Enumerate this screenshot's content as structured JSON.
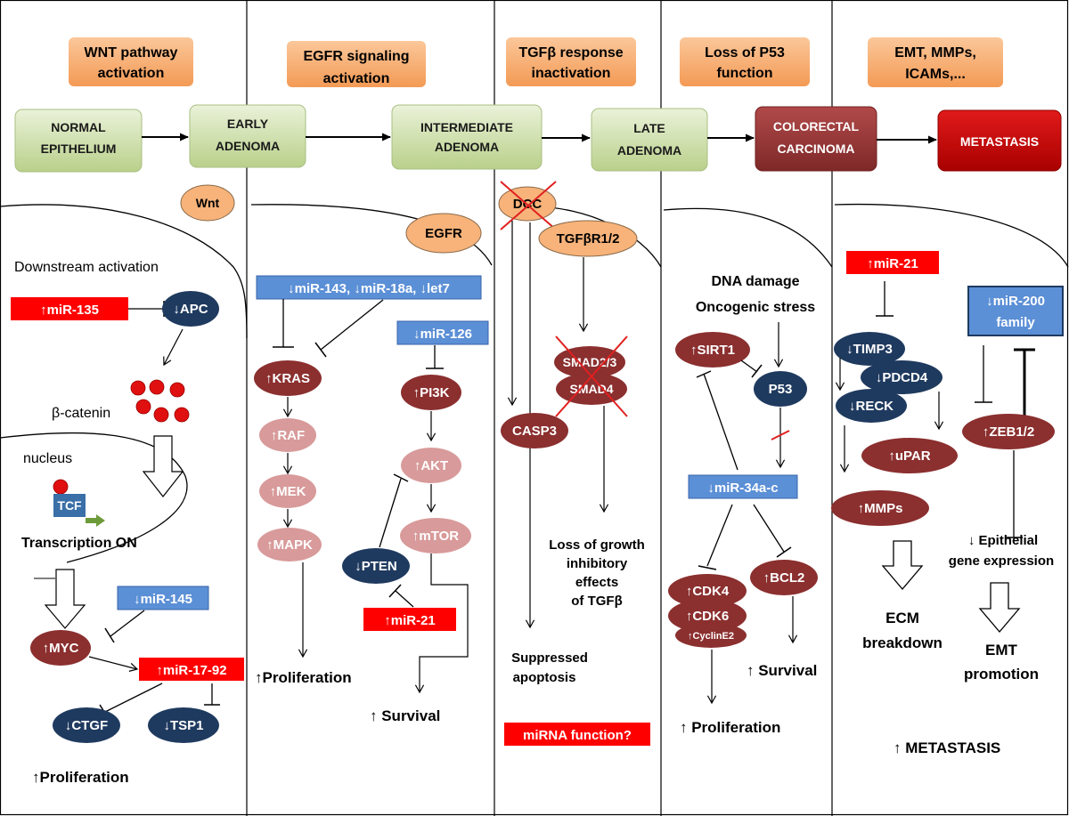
{
  "columns": [
    {
      "header": [
        "WNT pathway",
        "activation"
      ]
    },
    {
      "header": [
        "EGFR signaling",
        "activation"
      ]
    },
    {
      "header": [
        "TGFβ response",
        "inactivation"
      ]
    },
    {
      "header": [
        "Loss of P53",
        "function"
      ]
    },
    {
      "header": [
        "EMT, MMPs,",
        "ICAMs,..."
      ]
    }
  ],
  "stages": [
    {
      "lines": [
        "NORMAL",
        "EPITHELIUM"
      ]
    },
    {
      "lines": [
        "EARLY",
        "ADENOMA"
      ]
    },
    {
      "lines": [
        "INTERMEDIATE",
        "ADENOMA"
      ]
    },
    {
      "lines": [
        "LATE",
        "ADENOMA"
      ]
    },
    {
      "lines": [
        "COLORECTAL",
        "CARCINOMA"
      ]
    },
    {
      "lines": [
        "METASTASIS"
      ]
    }
  ],
  "wnt": {
    "receptor": "Wnt",
    "downstream": "Downstream activation",
    "mir135": "↑miR-135",
    "apc": "↓APC",
    "beta_catenin": "β-catenin",
    "nucleus": "nucleus",
    "tcf": "TCF",
    "transcription": "Transcription ON",
    "mir145": "↓miR-145",
    "myc": "↑MYC",
    "mir17": "↑miR-17-92",
    "ctgf": "↓CTGF",
    "tsp1": "↓TSP1",
    "outcome": "↑Proliferation"
  },
  "egfr": {
    "receptor": "EGFR",
    "mir_group": "↓miR-143, ↓miR-18a, ↓let7",
    "mir126": "↓miR-126",
    "kras": "↑KRAS",
    "raf": "↑RAF",
    "mek": "↑MEK",
    "mapk": "↑MAPK",
    "pi3k": "↑PI3K",
    "akt": "↑AKT",
    "mtor": "↑mTOR",
    "pten": "↓PTEN",
    "mir21": "↑miR-21",
    "proliferation": "↑Proliferation",
    "survival": "↑ Survival"
  },
  "tgfb": {
    "dcc": "DCC",
    "receptor": "TGFβR1/2",
    "smad23": "SMAD2/3",
    "smad4": "SMAD4",
    "casp3": "CASP3",
    "loss": [
      "Loss of growth",
      "inhibitory",
      "effects",
      "of TGFβ"
    ],
    "suppressed": [
      "Suppressed",
      "apoptosis"
    ],
    "mirna": "miRNA function?"
  },
  "p53": {
    "stress": [
      "DNA damage",
      "Oncogenic stress"
    ],
    "sirt1": "↑SIRT1",
    "p53": "P53",
    "mir34": "↓miR-34a-c",
    "cdk4": "↑CDK4",
    "cdk6": "↑CDK6",
    "cycline2": "↑CyclinE2",
    "bcl2": "↑BCL2",
    "survival": "↑ Survival",
    "proliferation": "↑ Proliferation"
  },
  "emt": {
    "mir21": "↑miR-21",
    "mir200": [
      "↓miR-200",
      "family"
    ],
    "timp3": "↓TIMP3",
    "pdcd4": "↓PDCD4",
    "reck": "↓RECK",
    "upar": "↑uPAR",
    "mmps": "↑MMPs",
    "zeb": "↑ZEB1/2",
    "epithelial": [
      "↓ Epithelial",
      "gene expression"
    ],
    "ecm": [
      "ECM",
      "breakdown"
    ],
    "emt_promo": [
      "EMT",
      "promotion"
    ],
    "metastasis": "↑ METASTASIS"
  },
  "colors": {
    "orange": "#f7a96a",
    "stage_green": "#d4e4b4",
    "stage_red": "#963232",
    "stage_bright_red": "#c00000",
    "dark_red": "#8b2f2f",
    "dark_navy": "#1f3a5f",
    "pink": "#d89a9a",
    "blue_box": "#5b8fd6",
    "red_box": "#ff0000",
    "bead": "#e01010"
  }
}
